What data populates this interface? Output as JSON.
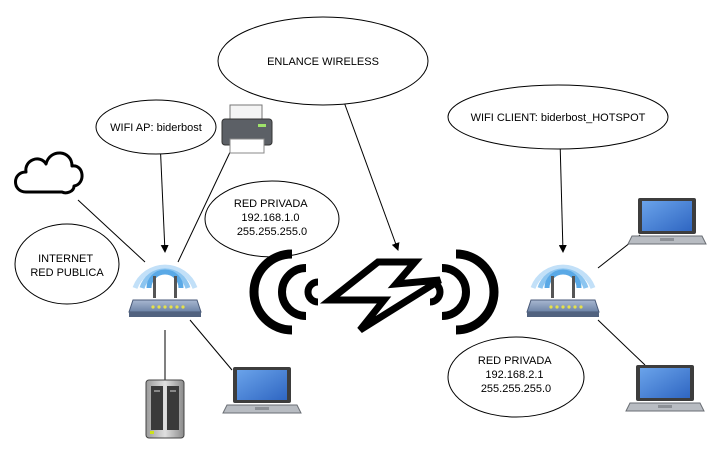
{
  "labels": {
    "link": "ENLANCE WIRELESS",
    "ap": "WIFI AP: biderbost",
    "client": "WIFI CLIENT: biderbost_HOTSPOT",
    "internet": [
      "INTERNET",
      "RED PUBLICA"
    ],
    "net1": [
      "RED PRIVADA",
      "192.168.1.0",
      "255.255.255.0"
    ],
    "net2": [
      "RED PRIVADA",
      "192.168.2.1",
      "255.255.255.0"
    ]
  },
  "icons": {
    "cloud": "cloud-icon",
    "printer": "printer-icon",
    "router": "wifi-router-icon",
    "nas": "nas-server-icon",
    "laptop": "laptop-icon",
    "signal": "wireless-signal-icon",
    "lightning": "lightning-bolt-icon"
  },
  "colors": {
    "wifi_rings": [
      "#5aa9e6",
      "#8cc5f0",
      "#c2e0f8"
    ],
    "router_body": "#7f93b3",
    "router_leds": "#e6e14a",
    "laptop_screen": "#3e7bd6"
  }
}
